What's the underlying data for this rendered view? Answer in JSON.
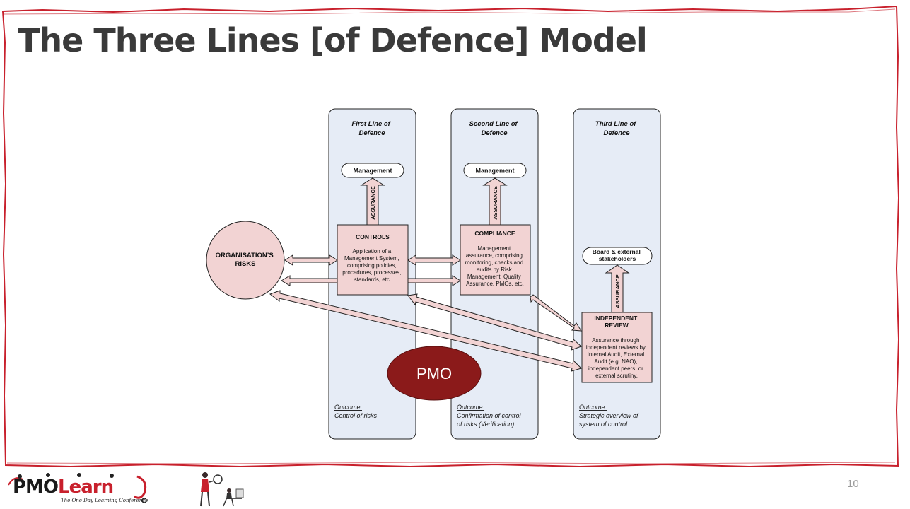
{
  "slide": {
    "title": "The Three Lines [of Defence] Model",
    "page_number": "10"
  },
  "diagram": {
    "risks_label": [
      "ORGANISATION’S",
      "RISKS"
    ],
    "lines": [
      {
        "heading": [
          "First Line of",
          "Defence"
        ],
        "top_box": "Management",
        "arrow_label": "ASSURANCE",
        "box_title": [
          "CONTROLS"
        ],
        "box_text": [
          "Application of a",
          "Management System,",
          "comprising policies,",
          "procedures, processes,",
          "standards, etc."
        ],
        "outcome_label": "Outcome:",
        "outcome_text": [
          "Control of risks"
        ]
      },
      {
        "heading": [
          "Second Line of",
          "Defence"
        ],
        "top_box": "Management",
        "arrow_label": "ASSURANCE",
        "box_title": [
          "COMPLIANCE"
        ],
        "box_text": [
          "Management",
          "assurance, comprising",
          "monitoring, checks and",
          "audits by Risk",
          "Management, Quality",
          "Assurance, PMOs, etc."
        ],
        "outcome_label": "Outcome:",
        "outcome_text": [
          "Confirmation of control",
          "of risks (Verification)"
        ]
      },
      {
        "heading": [
          "Third Line of",
          "Defence"
        ],
        "top_box": [
          "Board & external",
          "stakeholders"
        ],
        "arrow_label": "ASSURANCE",
        "box_title": [
          "INDEPENDENT",
          "REVIEW"
        ],
        "box_text": [
          "Assurance through",
          "independent reviews by",
          "Internal Audit, External",
          "Audit (e.g. NAO),",
          "independent peers, or",
          "external scrutiny."
        ],
        "outcome_label": "Outcome:",
        "outcome_text": [
          "Strategic overview of",
          "system of control"
        ]
      }
    ],
    "pmo_label": "PMO"
  },
  "footer": {
    "logo_pmo": "PMO",
    "logo_learn": "Learn",
    "logo_tagline": "The One Day Learning Conference"
  },
  "colors": {
    "frame_red": "#c8202c",
    "column_fill": "#e6ecf6",
    "box_fill": "#f2d3d3",
    "pmo_fill": "#8b1a1a",
    "title_text": "#3a3a3a"
  }
}
